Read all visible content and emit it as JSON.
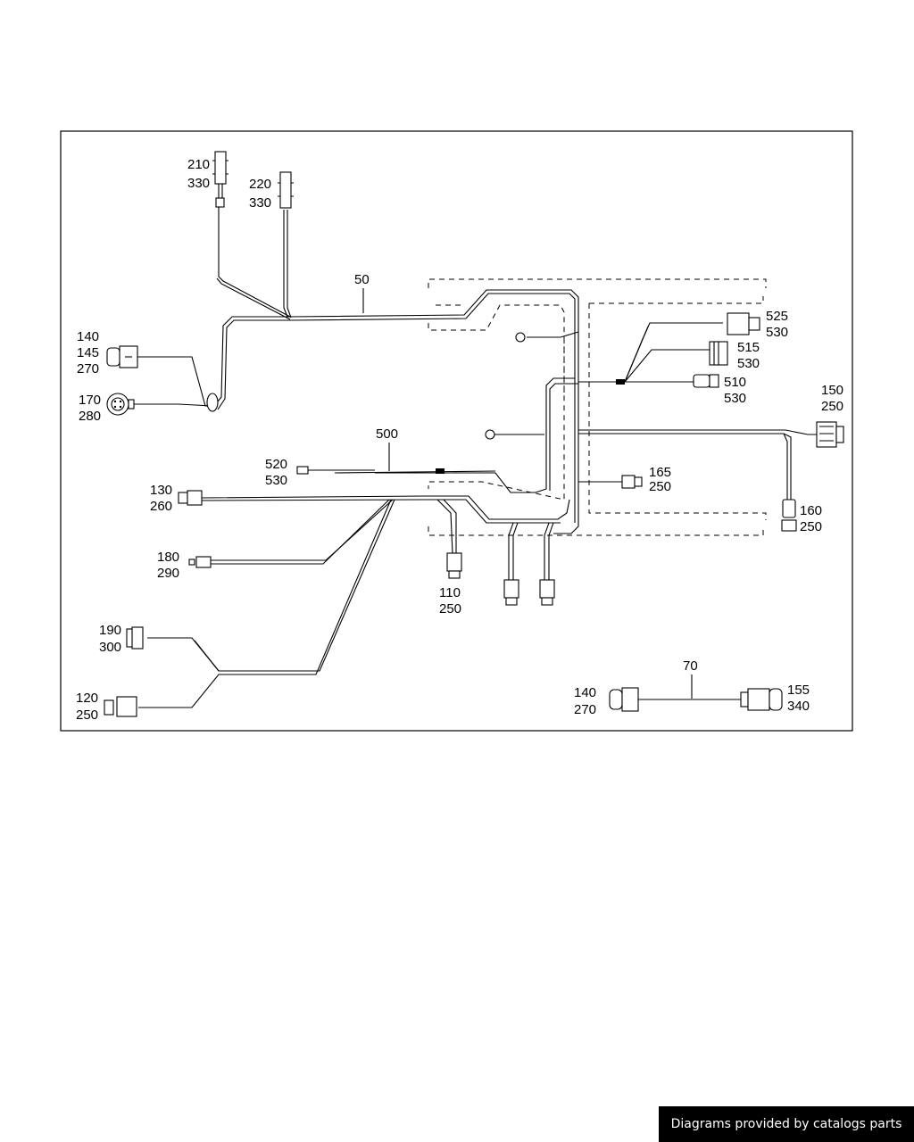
{
  "labels": {
    "l50": "50",
    "l70": "70",
    "l500": "500",
    "l210": "210",
    "l330a": "330",
    "l220": "220",
    "l330b": "330",
    "l140a": "140",
    "l145": "145",
    "l270a": "270",
    "l170": "170",
    "l280": "280",
    "l525": "525",
    "l530a": "530",
    "l515": "515",
    "l530b": "530",
    "l510": "510",
    "l530c": "530",
    "l150": "150",
    "l250a": "250",
    "l520": "520",
    "l530d": "530",
    "l130": "130",
    "l260": "260",
    "l165": "165",
    "l250b": "250",
    "l160": "160",
    "l250c": "250",
    "l180": "180",
    "l290": "290",
    "l110": "110",
    "l250d": "250",
    "l190": "190",
    "l300": "300",
    "l120": "120",
    "l250e": "250",
    "l140b": "140",
    "l270b": "270",
    "l155": "155",
    "l340": "340"
  },
  "footer": {
    "text": "Diagrams provided by catalogs parts"
  }
}
